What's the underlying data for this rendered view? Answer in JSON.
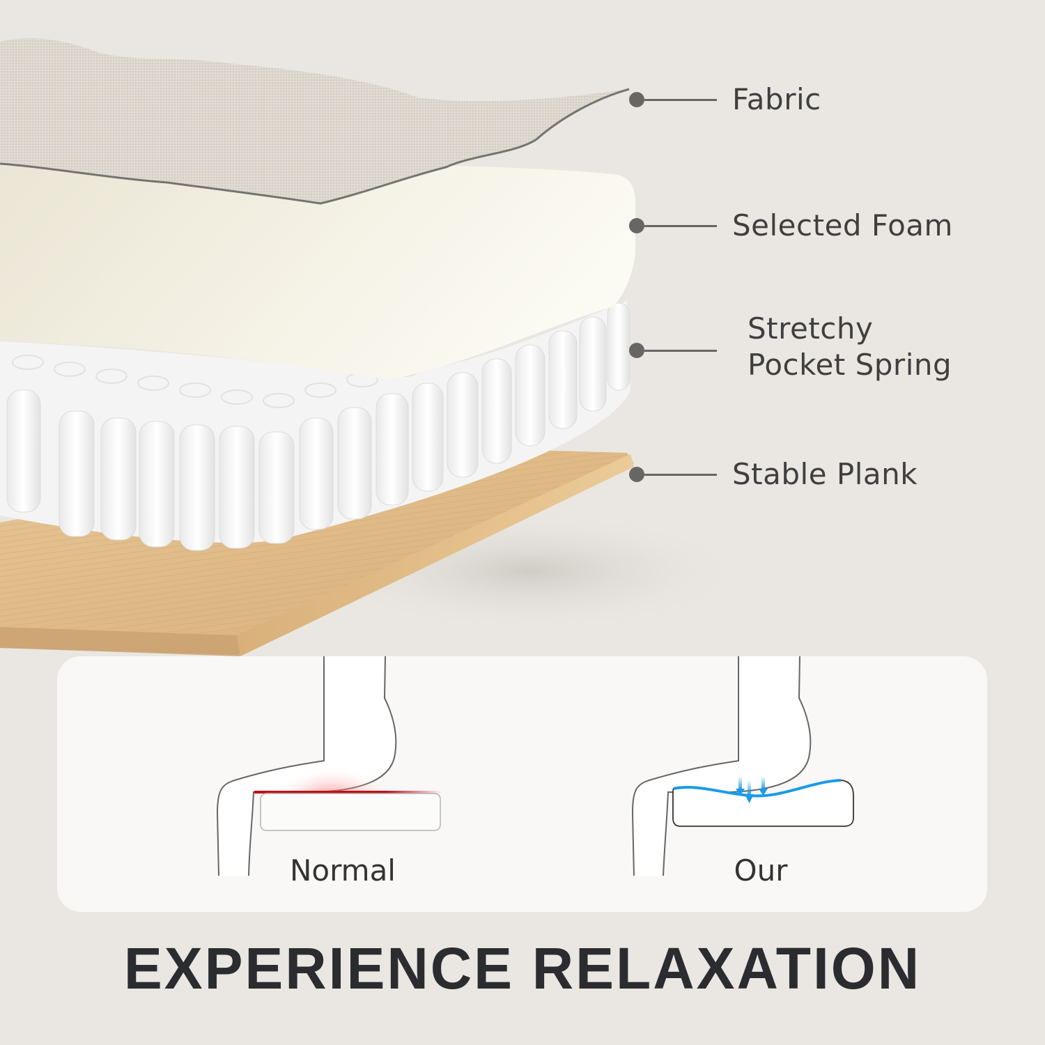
{
  "layers": [
    {
      "id": "fabric",
      "label": "Fabric",
      "color": "#DDD8D0"
    },
    {
      "id": "foam",
      "label": "Selected Foam",
      "color": "#F3F0E4"
    },
    {
      "id": "spring",
      "label": "Stretchy\nPocket Spring",
      "color": "#FFFFFF"
    },
    {
      "id": "plank",
      "label": "Stable Plank",
      "color": "#E0B987"
    }
  ],
  "comparison": {
    "normal": {
      "label": "Normal",
      "accent": "#D0141E",
      "icon": "pressure-point-icon"
    },
    "our": {
      "label": "Our",
      "accent": "#1A9AEA",
      "icon": "even-support-arrows-icon"
    }
  },
  "headline": "EXPERIENCE RELAXATION",
  "colors": {
    "background": "#EAE7E2",
    "callout": "#666665",
    "label_text": "#3F3F3F",
    "headline_text": "#2A2C30",
    "panel": "#F9F8F6"
  }
}
